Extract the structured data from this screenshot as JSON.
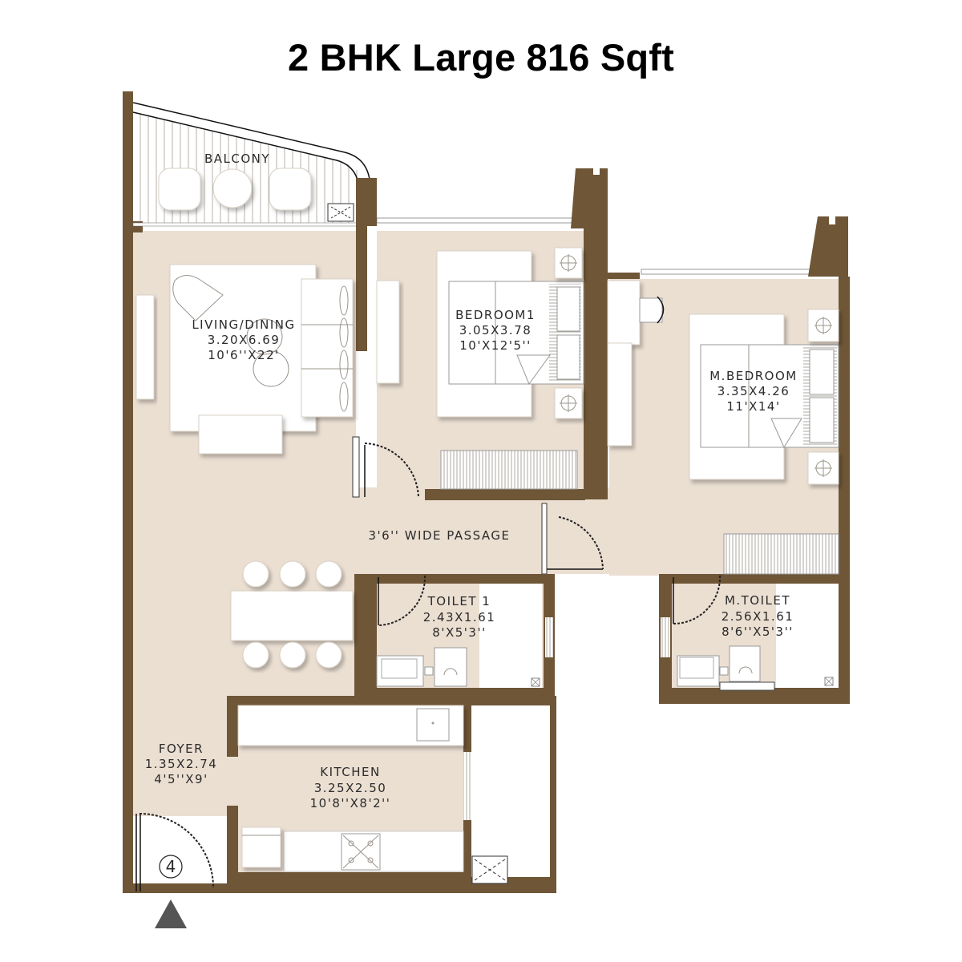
{
  "title": "2 BHK Large 816 Sqft",
  "colors": {
    "wall": "#6e5637",
    "floor": "#ebdfd2",
    "furniture": "#ffffff",
    "entry_marker": "#555555"
  },
  "rooms": [
    {
      "id": "balcony",
      "name": "BALCONY",
      "metric": "",
      "imperial": ""
    },
    {
      "id": "living",
      "name": "LIVING/DINING",
      "metric": "3.20X6.69",
      "imperial": "10'6''X22'"
    },
    {
      "id": "bedroom1",
      "name": "BEDROOM1",
      "metric": "3.05X3.78",
      "imperial": "10'X12'5''"
    },
    {
      "id": "mbedroom",
      "name": "M.BEDROOM",
      "metric": "3.35X4.26",
      "imperial": "11'X14'"
    },
    {
      "id": "passage",
      "name": "3'6'' WIDE PASSAGE",
      "metric": "",
      "imperial": ""
    },
    {
      "id": "toilet1",
      "name": "TOILET 1",
      "metric": "2.43X1.61",
      "imperial": "8'X5'3''"
    },
    {
      "id": "mtoilet",
      "name": "M.TOILET",
      "metric": "2.56X1.61",
      "imperial": "8'6''X5'3''"
    },
    {
      "id": "foyer",
      "name": "FOYER",
      "metric": "1.35X2.74",
      "imperial": "4'5''X9'"
    },
    {
      "id": "kitchen",
      "name": "KITCHEN",
      "metric": "3.25X2.50",
      "imperial": "10'8''X8'2''"
    }
  ],
  "unit_number": "4",
  "entry_marker": "entry-arrow"
}
